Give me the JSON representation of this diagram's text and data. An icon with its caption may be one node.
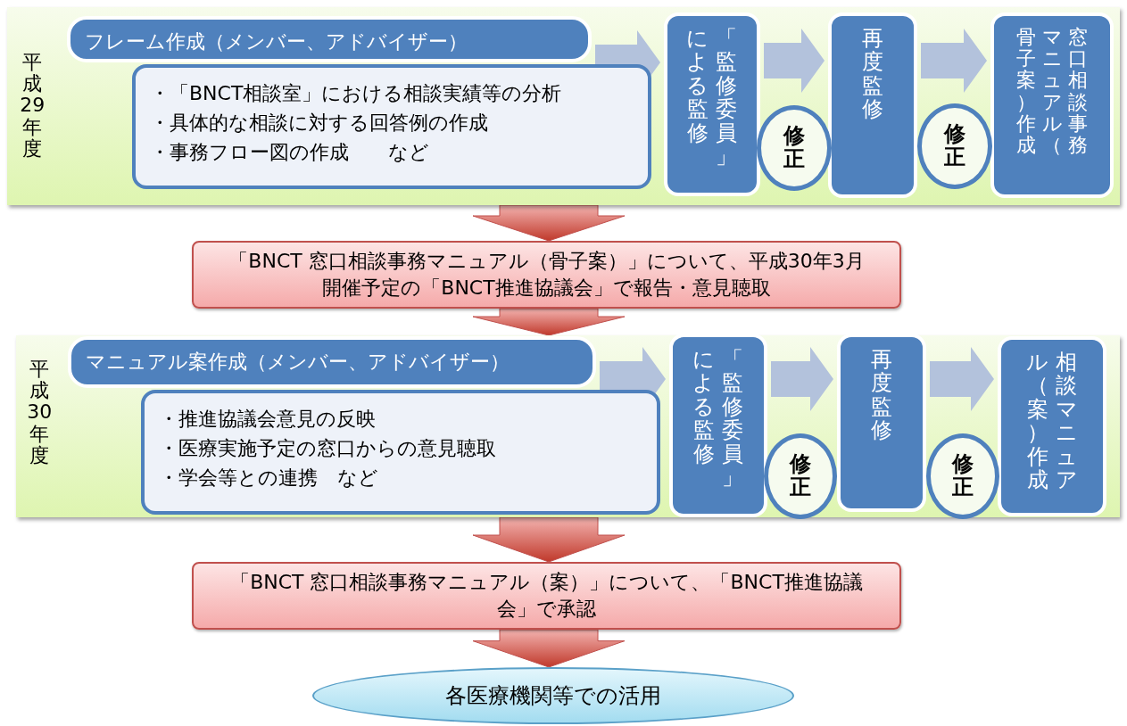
{
  "diagram": {
    "nodes": [
      {
        "text": [
          "平成29年度"
        ]
      },
      {
        "text": [
          "フレーム作成（メンバー、アドバイザー）"
        ],
        "in": 0
      },
      {
        "text": [
          "・「BNCT相談室」における相談実績等の分析",
          "・具体的な相談に対する回答例の作成",
          "・事務フロー図の作成　　など"
        ],
        "in": 0
      },
      {
        "text": [
          "「監修委員」による監修"
        ],
        "in": 0
      },
      {
        "text": [
          "修正"
        ],
        "in": 0
      },
      {
        "text": [
          "再度監修"
        ],
        "in": 0
      },
      {
        "text": [
          "修正"
        ],
        "in": 0
      },
      {
        "text": [
          "窓口相談事務マニュアル（骨子案）作成"
        ],
        "in": 0
      },
      {
        "text": [
          "「BNCT 窓口相談事務マニュアル（骨子案）」について、平成30年3月開催予定の「BNCT推進協議会」で報告・意見聴取"
        ]
      },
      {
        "text": [
          "平成30年度"
        ]
      },
      {
        "text": [
          "マニュアル案作成（メンバー、アドバイザー）"
        ],
        "in": 9
      },
      {
        "text": [
          "・推進協議会意見の反映",
          "・医療実施予定の窓口からの意見聴取",
          "・学会等との連携　など"
        ],
        "in": 9
      },
      {
        "text": [
          "「監修委員」による監修"
        ],
        "in": 9
      },
      {
        "text": [
          "修正"
        ],
        "in": 9
      },
      {
        "text": [
          "再度監修"
        ],
        "in": 9
      },
      {
        "text": [
          "修正"
        ],
        "in": 9
      },
      {
        "text": [
          "相談マニュアル（案）作成"
        ],
        "in": 9
      },
      {
        "text": [
          "「BNCT 窓口相談事務マニュアル（案）」について、「BNCT推進協議会」で承認"
        ]
      },
      {
        "text": [
          "各医療機関等での活用"
        ]
      }
    ],
    "edges": [
      {
        "from": 1,
        "to": 3,
        "arrow": "to"
      },
      {
        "from": 3,
        "to": 5,
        "arrow": "to"
      },
      {
        "from": 5,
        "to": 7,
        "arrow": "to"
      },
      {
        "from": 0,
        "to": 8,
        "arrow": "to",
        "color": "#c0504d"
      },
      {
        "from": 8,
        "to": 9,
        "arrow": "to",
        "color": "#c0504d"
      },
      {
        "from": 10,
        "to": 12,
        "arrow": "to"
      },
      {
        "from": 12,
        "to": 14,
        "arrow": "to"
      },
      {
        "from": 14,
        "to": 16,
        "arrow": "to"
      },
      {
        "from": 9,
        "to": 17,
        "arrow": "to",
        "color": "#c0504d"
      },
      {
        "from": 17,
        "to": 18,
        "arrow": "to",
        "color": "#c0504d"
      }
    ]
  }
}
